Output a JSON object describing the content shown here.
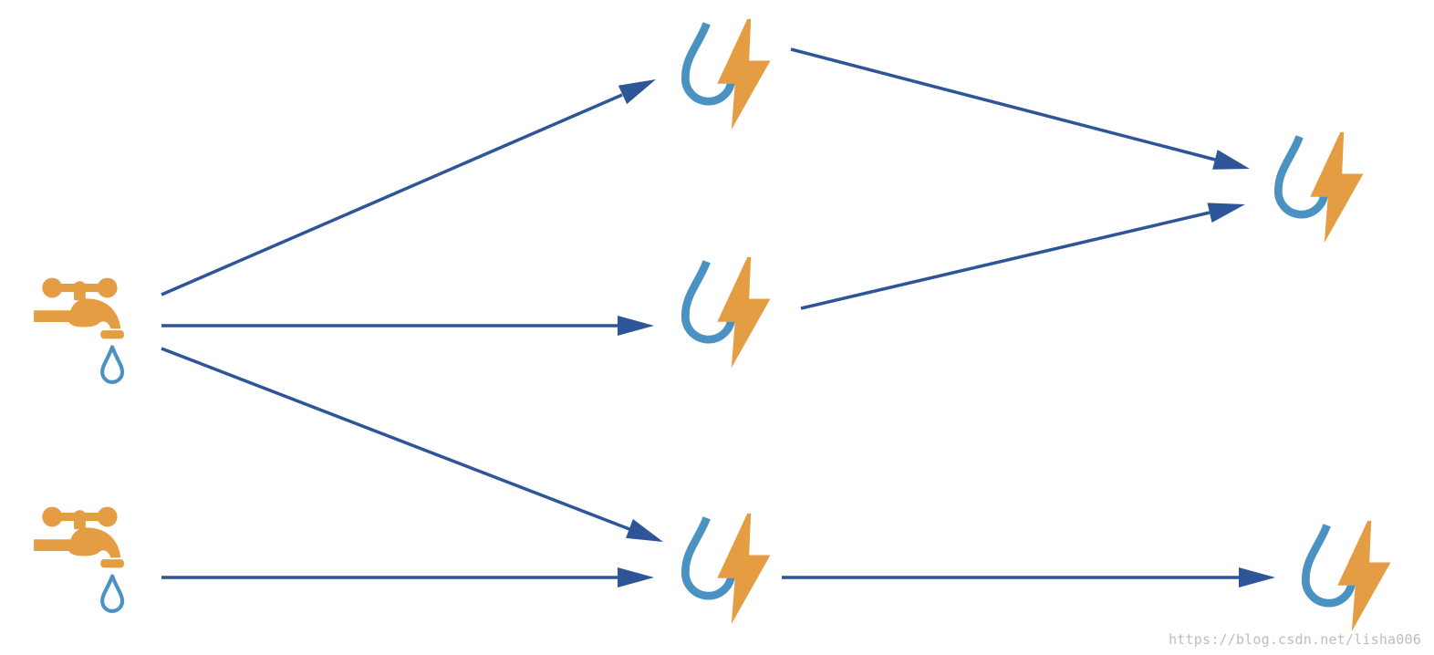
{
  "diagram": {
    "colors": {
      "arrow": "#2E5597",
      "tap": "#E59D44",
      "water_drop": "#4A92C2",
      "lightning": "#E59D44",
      "background": "#FFFFFF"
    },
    "icons": {
      "source": "faucet-with-water-drop-icon",
      "node": "water-drop-and-lightning-icon"
    },
    "sources": [
      {
        "id": "tap-1"
      },
      {
        "id": "tap-2"
      }
    ],
    "nodes": [
      {
        "id": "node-top-middle"
      },
      {
        "id": "node-center-middle"
      },
      {
        "id": "node-bottom-middle"
      },
      {
        "id": "node-right-upper"
      },
      {
        "id": "node-right-lower"
      }
    ],
    "edges": [
      {
        "from": "tap-1",
        "to": "node-top-middle"
      },
      {
        "from": "tap-1",
        "to": "node-center-middle"
      },
      {
        "from": "tap-1",
        "to": "node-bottom-middle"
      },
      {
        "from": "tap-2",
        "to": "node-bottom-middle"
      },
      {
        "from": "node-top-middle",
        "to": "node-right-upper"
      },
      {
        "from": "node-center-middle",
        "to": "node-right-upper"
      },
      {
        "from": "node-bottom-middle",
        "to": "node-right-lower"
      }
    ]
  },
  "watermark": {
    "text": "https://blog.csdn.net/lisha006"
  }
}
